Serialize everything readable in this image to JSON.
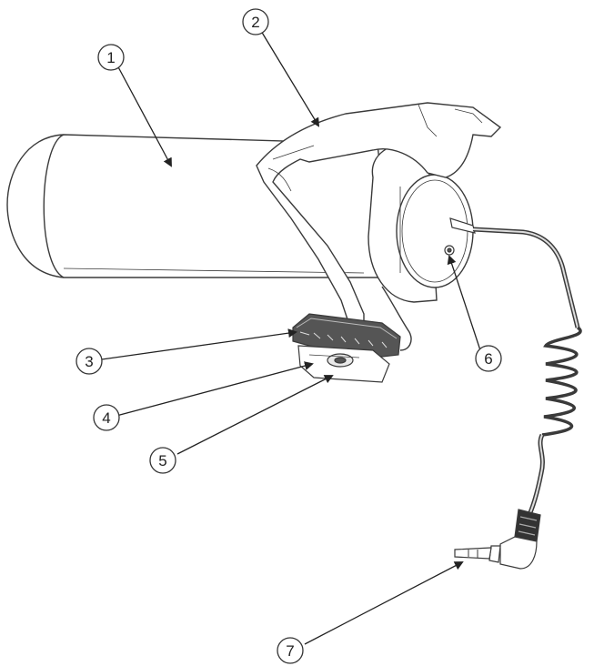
{
  "callouts": [
    {
      "id": "1",
      "text": "1"
    },
    {
      "id": "2",
      "text": "2"
    },
    {
      "id": "3",
      "text": "3"
    },
    {
      "id": "4",
      "text": "4"
    },
    {
      "id": "5",
      "text": "5"
    },
    {
      "id": "6",
      "text": "6"
    },
    {
      "id": "7",
      "text": "7"
    }
  ],
  "colors": {
    "line": "#3a3a3a",
    "fill": "#ffffff",
    "shade": "#e9e9e9",
    "dark": "#555555"
  }
}
